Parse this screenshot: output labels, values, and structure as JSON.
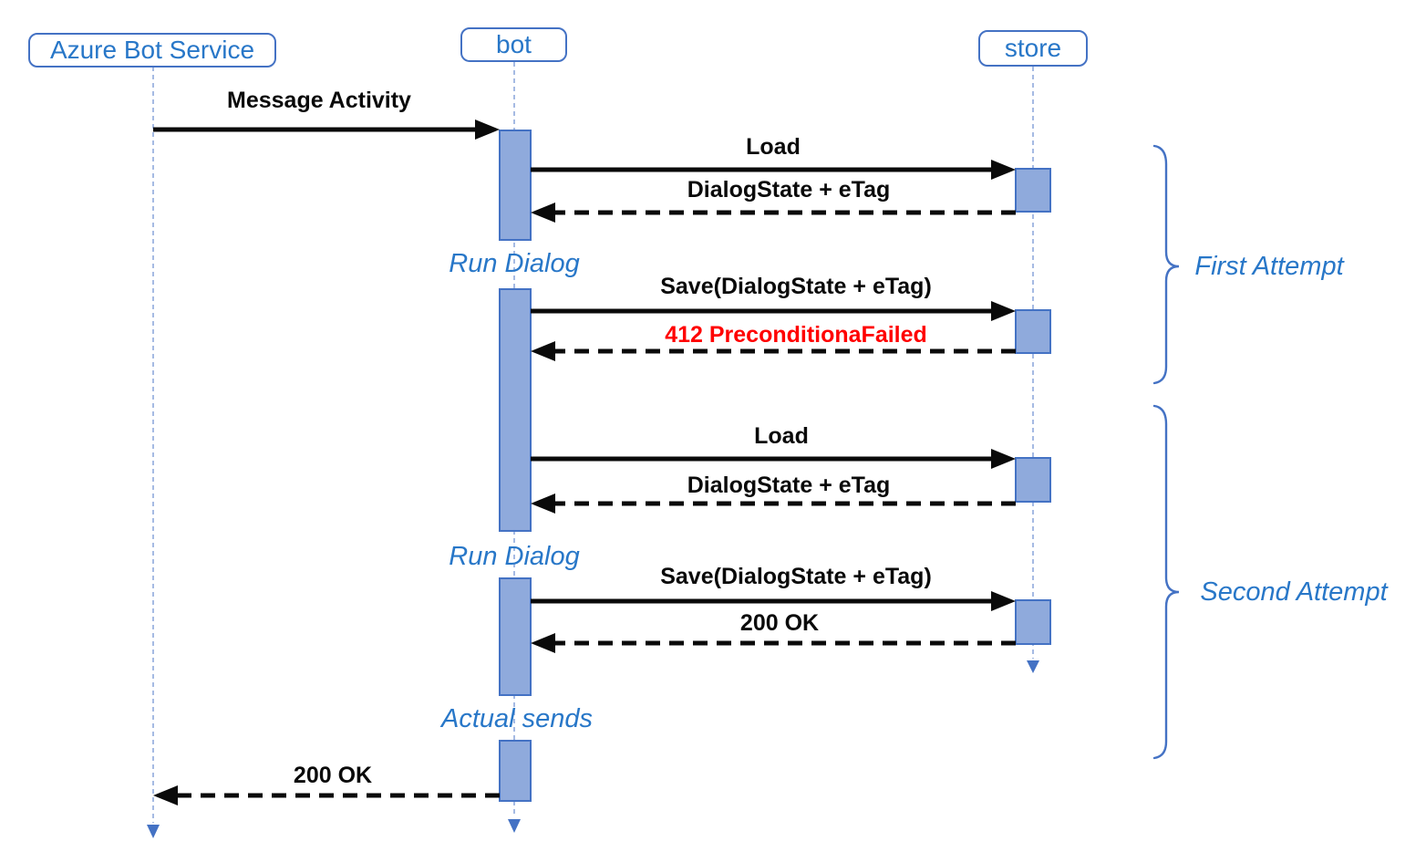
{
  "colors": {
    "blue_text": "#2877C8",
    "blue_border": "#4472C4",
    "activation_fill": "#8FAADC",
    "lifeline_blue": "#8FAADC",
    "arrow_black": "#0a0a0a",
    "error_red": "#FF0000"
  },
  "actors": [
    {
      "label": "Azure Bot Service"
    },
    {
      "label": "bot"
    },
    {
      "label": "store"
    }
  ],
  "messages": [
    {
      "label": "Message Activity",
      "type": "solid",
      "from": "Azure Bot Service",
      "to": "bot"
    },
    {
      "label": "Load",
      "type": "solid",
      "from": "bot",
      "to": "store"
    },
    {
      "label": "DialogState + eTag",
      "type": "dashed",
      "from": "store",
      "to": "bot"
    },
    {
      "label": "Save(DialogState + eTag)",
      "type": "solid",
      "from": "bot",
      "to": "store"
    },
    {
      "label": "412 PreconditionaFailed",
      "type": "dashed",
      "from": "store",
      "to": "bot",
      "color": "#FF0000"
    },
    {
      "label": "Load",
      "type": "solid",
      "from": "bot",
      "to": "store"
    },
    {
      "label": "DialogState + eTag",
      "type": "dashed",
      "from": "store",
      "to": "bot"
    },
    {
      "label": "Save(DialogState + eTag)",
      "type": "solid",
      "from": "bot",
      "to": "store"
    },
    {
      "label": "200 OK",
      "type": "dashed",
      "from": "store",
      "to": "bot"
    },
    {
      "label": "200 OK",
      "type": "dashed",
      "from": "bot",
      "to": "Azure Bot Service"
    }
  ],
  "activity_labels": [
    {
      "label": "Run Dialog"
    },
    {
      "label": "Run Dialog"
    },
    {
      "label": "Actual sends"
    }
  ],
  "phase_annotations": [
    {
      "label": "First Attempt"
    },
    {
      "label": "Second Attempt"
    }
  ]
}
